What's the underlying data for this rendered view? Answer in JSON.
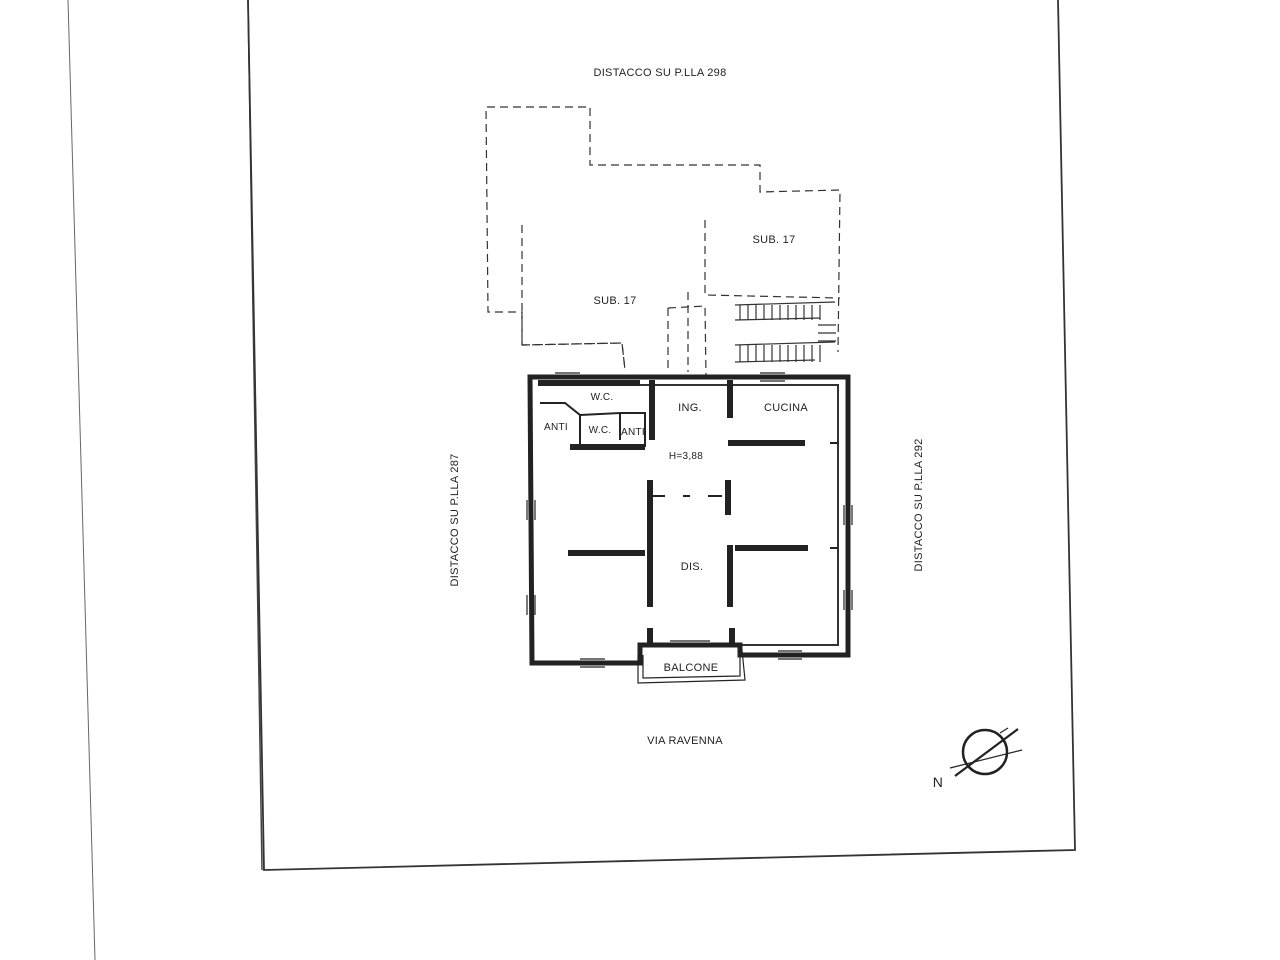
{
  "plan": {
    "labels": {
      "top_boundary": "DISTACCO SU P.LLA 298",
      "left_boundary": "DISTACCO SU P.LLA 287",
      "right_boundary": "DISTACCO SU P.LLA 292",
      "street": "VIA RAVENNA",
      "sub_upper_right": "SUB. 17",
      "sub_upper_left": "SUB. 17",
      "wc_top": "W.C.",
      "anti_left": "ANTI",
      "wc_middle": "W.C.",
      "anti_right": "ANTI",
      "ingresso": "ING.",
      "cucina": "CUCINA",
      "height": "H=3,88",
      "disimpegno": "DIS.",
      "balcone": "BALCONE",
      "north": "N"
    }
  }
}
